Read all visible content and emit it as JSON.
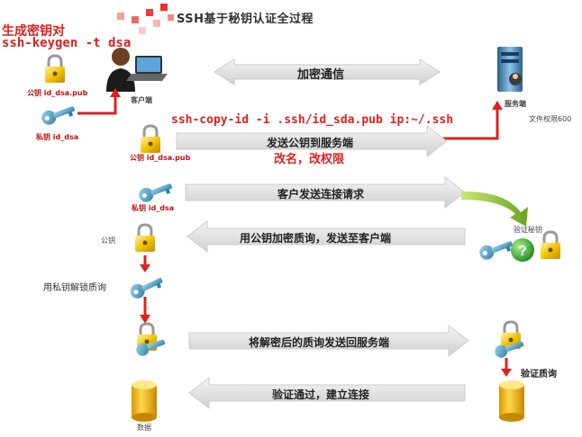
{
  "title": "SSH基于秘钥认证全过程",
  "top_left": {
    "line1": "生成密钥对",
    "line2": "ssh-keygen -t dsa"
  },
  "labels": {
    "pub_key_1": "公钥 id_dsa.pub",
    "priv_key_1": "私钥 id_dsa",
    "client": "客户端",
    "server": "服务端",
    "server_perm": "文件权限600",
    "pub_key_2": "公钥 id_dsa.pub",
    "priv_key_2": "私钥 id_dsa",
    "pub_key_3": "公钥",
    "decrypt": "用私钥解锁质询",
    "verify_key": "验证秘钥",
    "verify_challenge": "验证质询",
    "database": "数据"
  },
  "copy_cmd": "ssh-copy-id -i .ssh/id_sda.pub ip:~/.ssh",
  "arrows": {
    "encrypted": "加密通信",
    "send_pub": "发送公钥到服务端",
    "rename": "改名，改权限",
    "connect_req": "客户发送连接请求",
    "challenge": "用公钥加密质询，发送至客户端",
    "send_back": "将解密后的质询发送回服务端",
    "established": "验证通过，建立连接"
  },
  "colors": {
    "accent_red": "#e02020",
    "arrow_gray": "#d9d9d9",
    "lock_gold": "#e8b100",
    "key_blue": "#3a8fb7"
  }
}
